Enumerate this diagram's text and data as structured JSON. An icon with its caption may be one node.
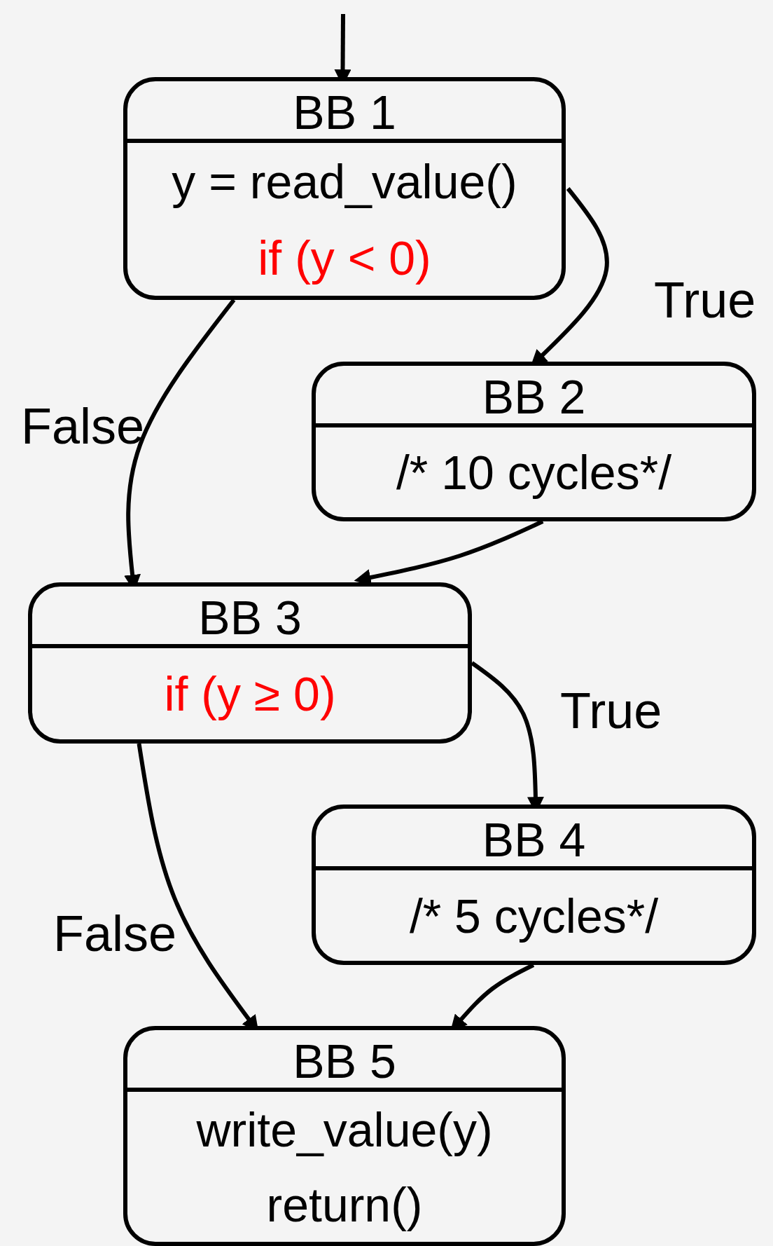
{
  "diagram": {
    "nodes": [
      {
        "text": [
          "BB 1",
          "y = read_value()",
          "if (y < 0)"
        ]
      },
      {
        "text": [
          "BB 2",
          "/* 10 cycles*/"
        ]
      },
      {
        "text": [
          "BB 3",
          "if (y ≥ 0)"
        ]
      },
      {
        "text": [
          "BB 4",
          "/* 5 cycles*/"
        ]
      },
      {
        "text": [
          "BB 5",
          "write_value(y)",
          "return()"
        ]
      }
    ],
    "edges": [
      {
        "from": null,
        "to": 0,
        "arrow": "to"
      },
      {
        "from": 0,
        "to": 1,
        "arrow": "to",
        "label": "True"
      },
      {
        "from": 0,
        "to": 2,
        "arrow": "to",
        "label": "False"
      },
      {
        "from": 1,
        "to": 2,
        "arrow": "to"
      },
      {
        "from": 2,
        "to": 3,
        "arrow": "to",
        "label": "True"
      },
      {
        "from": 2,
        "to": 4,
        "arrow": "to",
        "label": "False"
      },
      {
        "from": 3,
        "to": 4,
        "arrow": "to"
      }
    ]
  }
}
